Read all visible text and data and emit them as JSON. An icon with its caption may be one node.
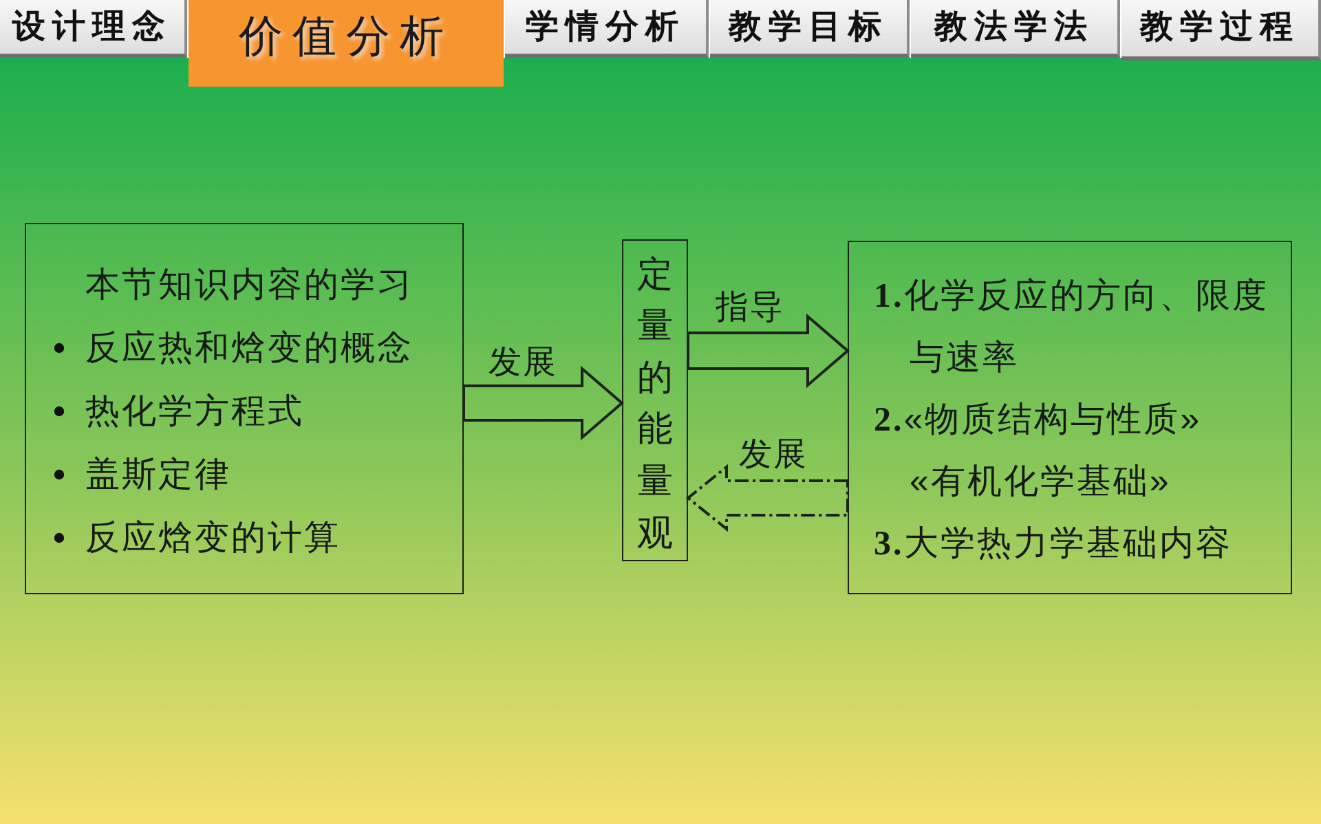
{
  "diagram": {
    "nodes": [
      {
        "text": [
          "本节知识内容的学习",
          "反应热和焓变的概念",
          "热化学方程式",
          "盖斯定律",
          "反应焓变的计算"
        ]
      },
      {
        "text": [
          "定量的能量观"
        ]
      },
      {
        "text": [
          "**1.**化学反应的方向、限度与速率",
          "**2.**«物质结构与性质»",
          "«有机化学基础»",
          "**3.**大学热力学基础内容"
        ]
      }
    ],
    "edges": [
      {
        "from": 0,
        "to": 1,
        "arrow": "to",
        "label": "发展"
      },
      {
        "from": 1,
        "to": 2,
        "arrow": "to",
        "label": "指导"
      },
      {
        "from": 2,
        "to": 1,
        "arrow": "to",
        "label": "发展",
        "style": "dashed"
      }
    ],
    "labels": [
      "设计理念",
      "价值分析",
      "学情分析",
      "教学目标",
      "教法学法",
      "教学过程"
    ]
  }
}
